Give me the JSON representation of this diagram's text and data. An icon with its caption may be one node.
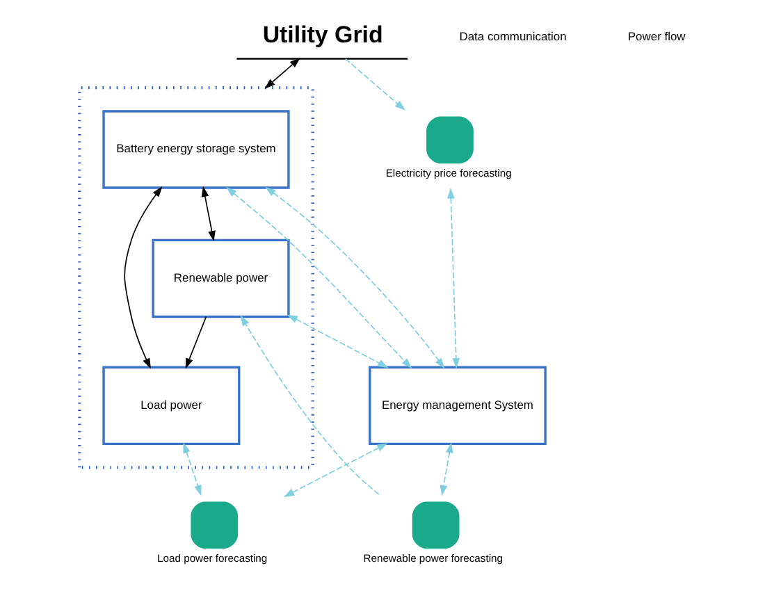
{
  "diagram": {
    "nodes": [
      {
        "text": [
          "Utility Grid"
        ]
      },
      {
        "text": [],
        "shape": "box"
      },
      {
        "text": [
          "Battery energy storage system"
        ],
        "in": 1
      },
      {
        "text": [
          "Load power"
        ],
        "in": 1
      },
      {
        "text": [
          "Renewable power"
        ],
        "in": 1
      },
      {
        "text": [
          "Energy management System"
        ]
      },
      {
        "text": [
          "Electricity price forecasting"
        ]
      },
      {
        "text": [
          "Load power forecasting"
        ]
      },
      {
        "text": [
          "Renewable power forecasting"
        ]
      }
    ],
    "edges": [
      {
        "from": 0,
        "to": 1,
        "arrow": "both",
        "color": "#000000"
      },
      {
        "from": 2,
        "to": 3,
        "arrow": "both",
        "color": "#000000"
      },
      {
        "from": 2,
        "to": 4,
        "arrow": "both",
        "color": "#000000"
      },
      {
        "from": 4,
        "to": 3,
        "arrow": "to",
        "color": "#000000"
      },
      {
        "from": 0,
        "to": 6,
        "arrow": "to",
        "style": "dashed",
        "color": "#7fcfe0"
      },
      {
        "from": 6,
        "to": 5,
        "arrow": "both",
        "style": "dashed",
        "color": "#7fcfe0"
      },
      {
        "from": 2,
        "to": 5,
        "arrow": "both",
        "style": "dashed",
        "color": "#7fcfe0"
      },
      {
        "from": 2,
        "to": 5,
        "arrow": "both",
        "style": "dashed",
        "color": "#7fcfe0"
      },
      {
        "from": 4,
        "to": 5,
        "arrow": "both",
        "style": "dashed",
        "color": "#7fcfe0"
      },
      {
        "from": 8,
        "to": 4,
        "arrow": "to",
        "style": "dashed",
        "color": "#7fcfe0"
      },
      {
        "from": 5,
        "to": 8,
        "arrow": "both",
        "style": "dashed",
        "color": "#7fcfe0"
      },
      {
        "from": 3,
        "to": 7,
        "arrow": "both",
        "style": "dashed",
        "color": "#7fcfe0"
      },
      {
        "from": 5,
        "to": 7,
        "arrow": "both",
        "style": "dashed",
        "color": "#7fcfe0"
      }
    ],
    "legend": [
      {
        "text": "Data communication"
      },
      {
        "text": "Power flow"
      }
    ]
  }
}
